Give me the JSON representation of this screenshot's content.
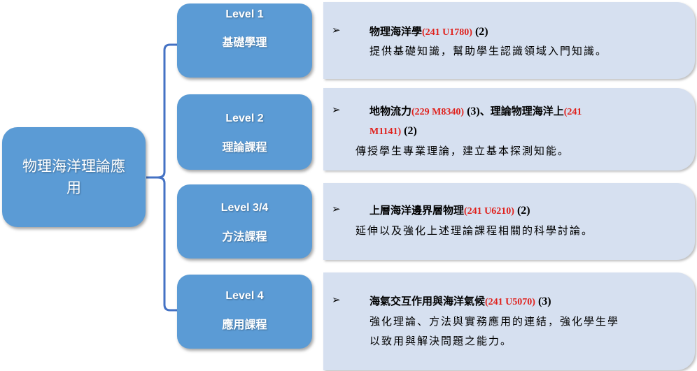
{
  "root": {
    "label": "物理海洋理論應用"
  },
  "levels": [
    {
      "name": "Level 1",
      "sub": "基礎學理",
      "course": {
        "title": "物理海洋學",
        "code": "(241 U1780)",
        "credit": " (2)"
      },
      "desc": "提供基礎知識，幫助學生認識領域入門知識。"
    },
    {
      "name": "Level 2",
      "sub": "理論課程",
      "course": {
        "title1": "地物流力",
        "code1": "(229 M8340)",
        "credit1": " (3)",
        "sep": "、",
        "title2": "理論物理海洋上",
        "code2a": "(241",
        "code2b": "M1141)",
        "credit2": " (2)"
      },
      "desc": "傳授學生專業理論，建立基本探測知能。"
    },
    {
      "name": "Level 3/4",
      "sub": "方法課程",
      "course": {
        "title": "上層海洋邊界層物理",
        "code": "(241 U6210)",
        "credit": " (2)"
      },
      "desc": "延伸以及強化上述理論課程相關的科學討論。"
    },
    {
      "name": "Level 4",
      "sub": "應用課程",
      "course": {
        "title": "海氣交互作用與海洋氣候",
        "code": "(241 U5070)",
        "credit": " (3)"
      },
      "desc1": "強化理論、方法與實務應用的連結，強化學生學",
      "desc2": "以致用與解決問題之能力。"
    }
  ],
  "bullet_symbol": "➢",
  "colors": {
    "box": "#5b9bd5",
    "panel": "#d6e0f0",
    "code": "#e0201b",
    "bracket": "#4472c4"
  }
}
